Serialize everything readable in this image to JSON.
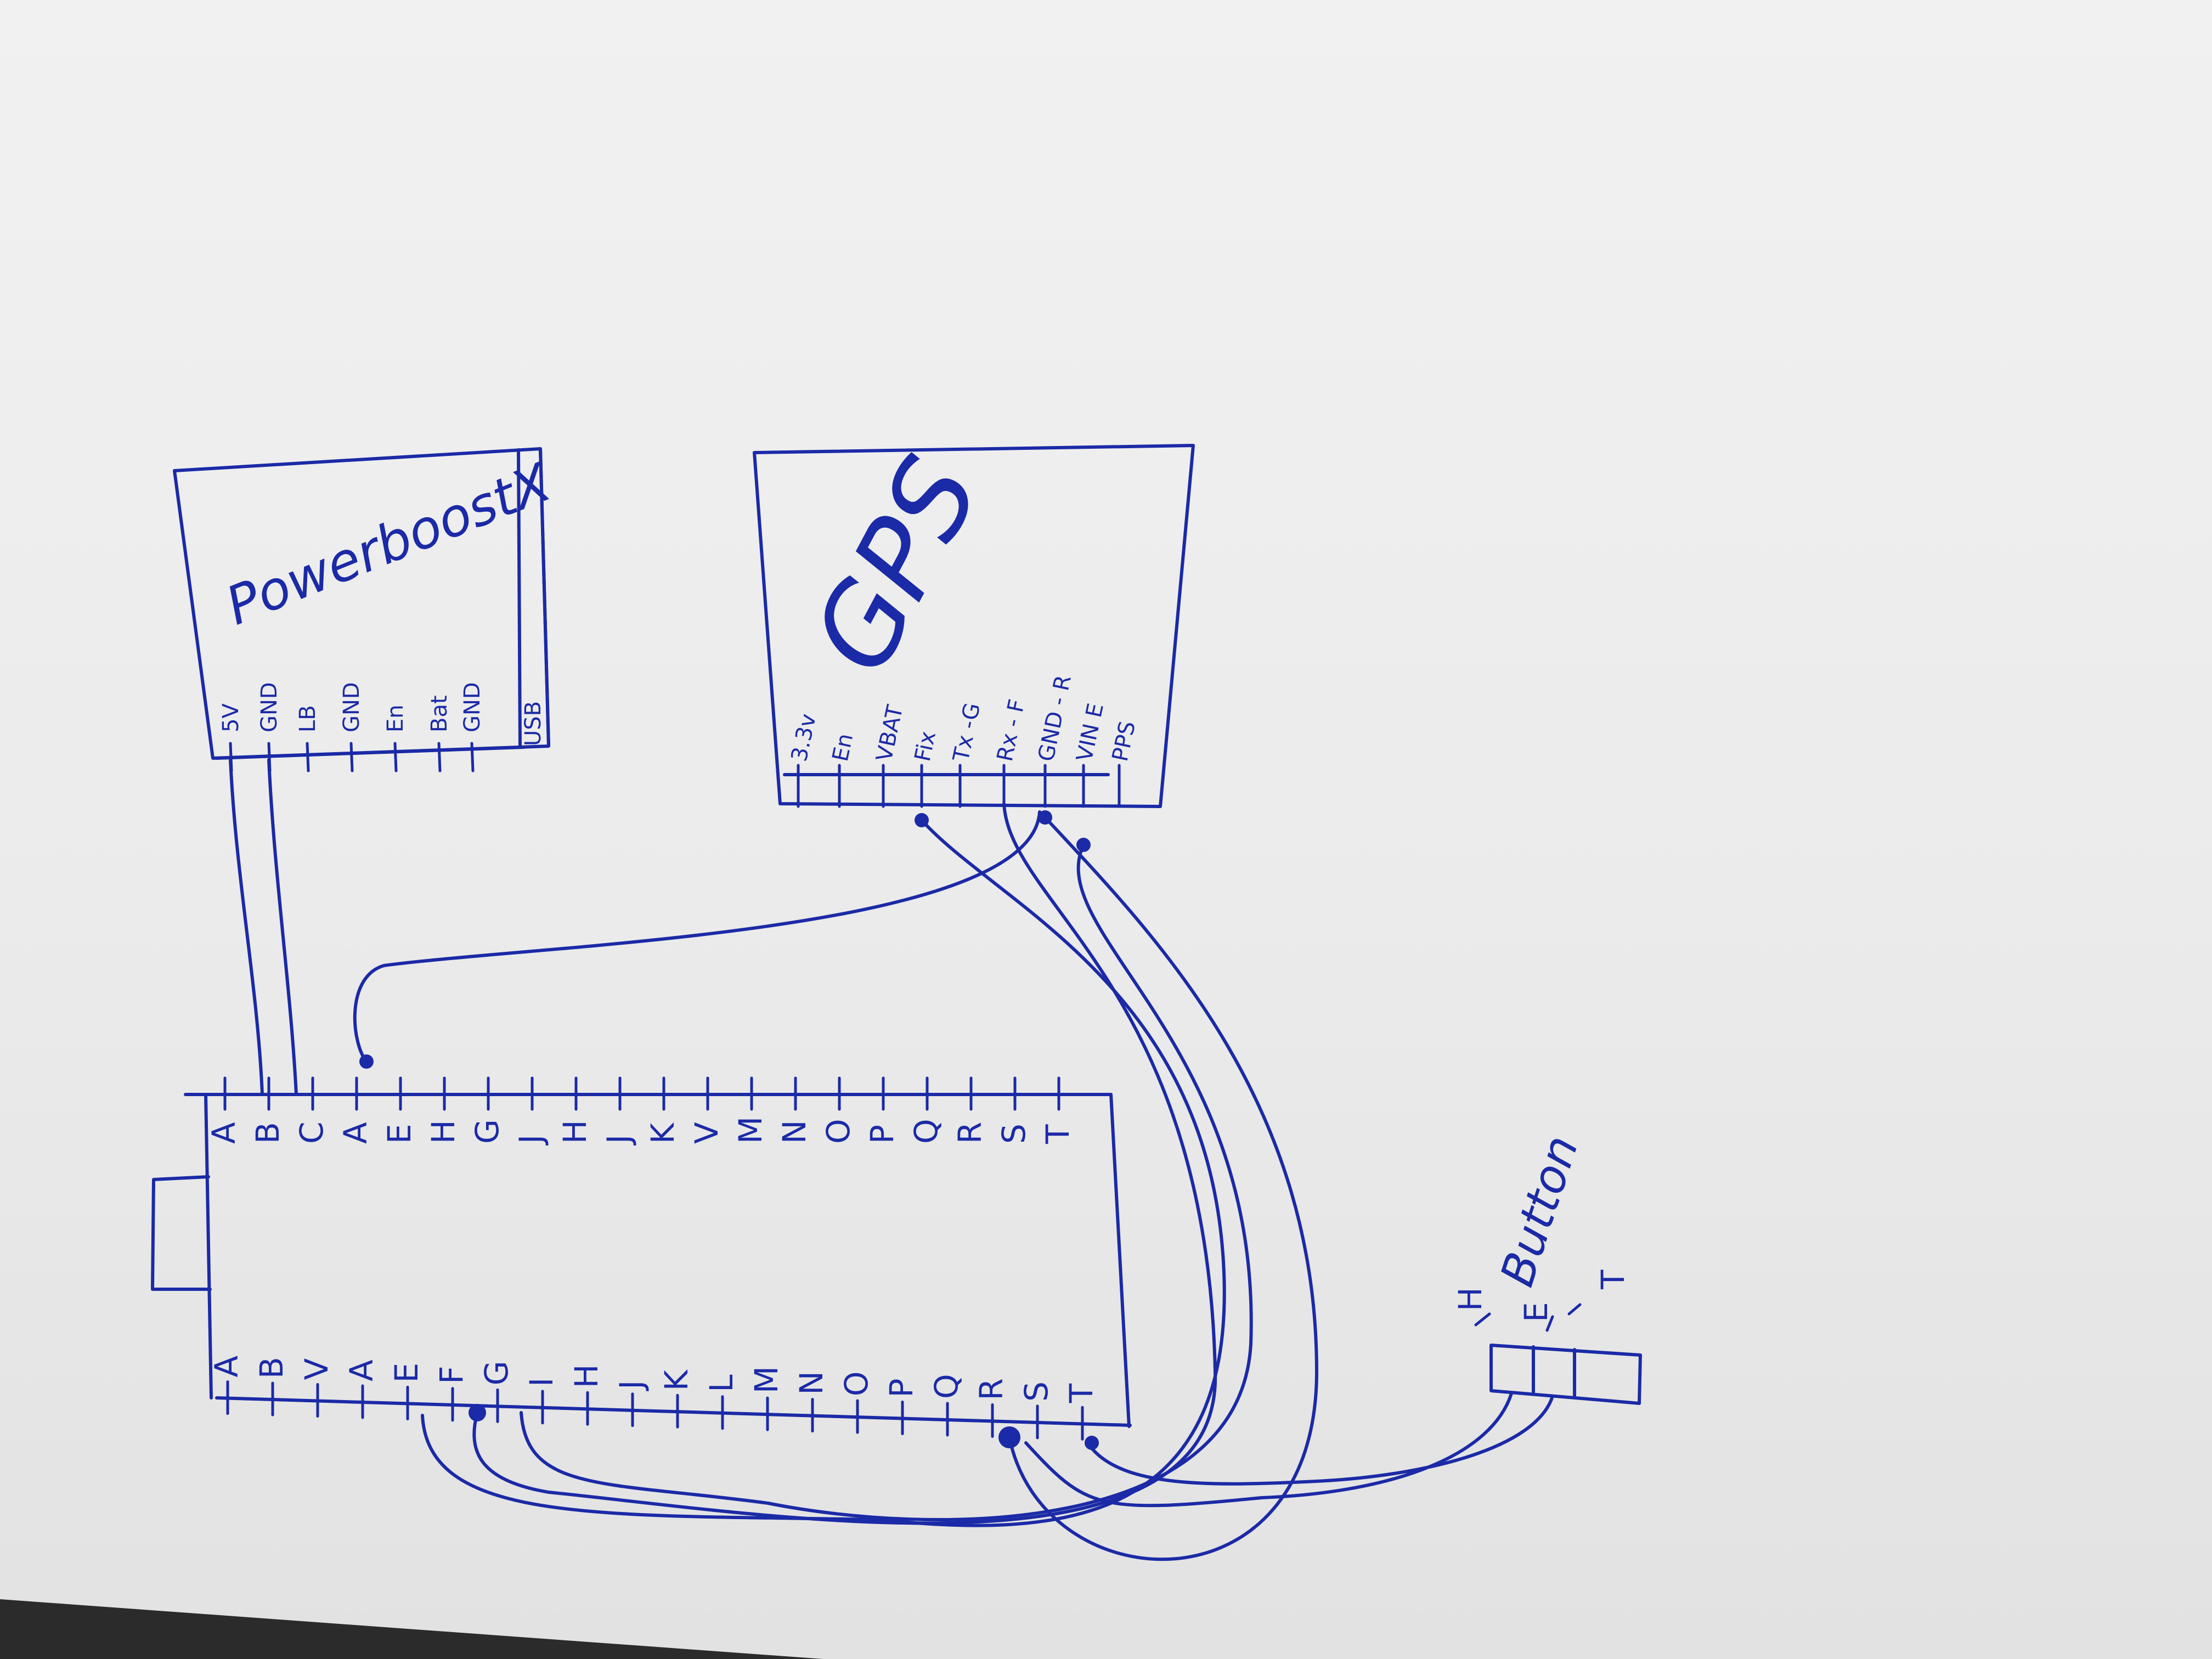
{
  "powerboost": {
    "title": "PowerboostX",
    "usb_label": "USB",
    "pins": [
      "5V",
      "GND",
      "LB",
      "GND",
      "En",
      "Bat",
      "GND"
    ]
  },
  "gps": {
    "title": "GPS",
    "pins": [
      "3.3v",
      "En",
      "VBAT",
      "Fix",
      "Tx -G",
      "Rx - F",
      "GND - R",
      "VIN E",
      "PPS"
    ]
  },
  "mcu": {
    "top_pins": [
      "A",
      "B",
      "C",
      "A",
      "E",
      "H",
      "G",
      "J",
      "H",
      "J",
      "K",
      "V",
      "M",
      "N",
      "O",
      "P",
      "Q",
      "R",
      "S",
      "T"
    ],
    "bottom_pins": [
      "A",
      "B",
      "V",
      "A",
      "E",
      "F",
      "G",
      "I",
      "H",
      "J",
      "K",
      "L",
      "M",
      "N",
      "O",
      "P",
      "Q",
      "R",
      "S",
      "T"
    ]
  },
  "button": {
    "title": "Button",
    "pins": [
      "H",
      "E",
      "T"
    ]
  },
  "colors": {
    "ink": "#1b2aa6",
    "paper": "#eeeeee"
  }
}
